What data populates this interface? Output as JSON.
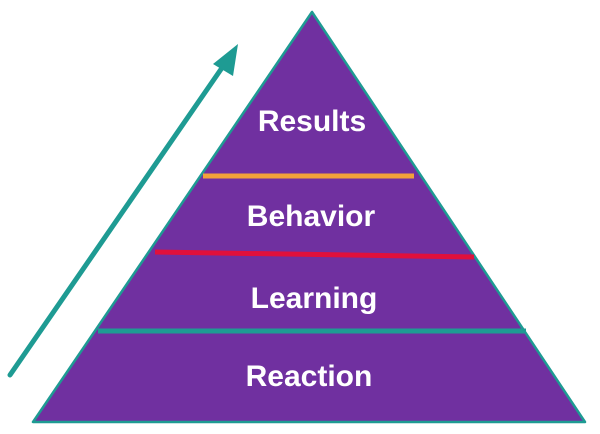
{
  "pyramid": {
    "fill_color": "#7030a0",
    "outline_color": "#1e9b93",
    "levels": [
      {
        "label": "Results"
      },
      {
        "label": "Behavior"
      },
      {
        "label": "Learning"
      },
      {
        "label": "Reaction"
      }
    ],
    "divider_colors": [
      "#f2a23a",
      "#e0103c",
      "#1e9b93"
    ]
  },
  "arrow": {
    "color": "#1e9b93",
    "direction": "up"
  }
}
